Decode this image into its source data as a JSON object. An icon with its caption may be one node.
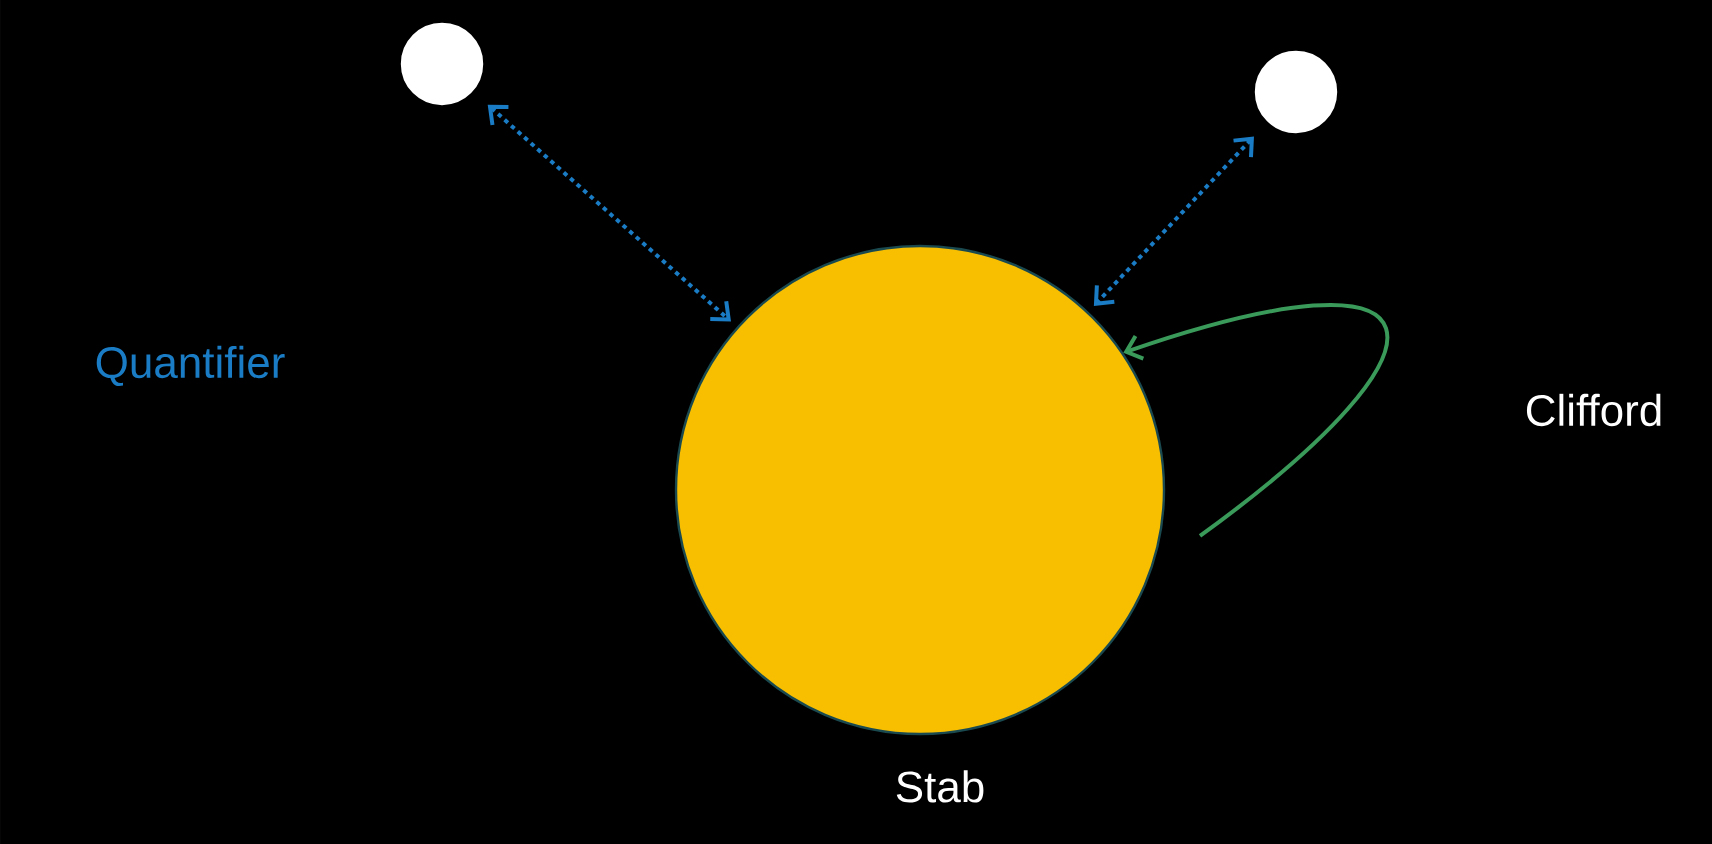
{
  "diagram": {
    "nodes": [
      {
        "text": [],
        "shape": "circle"
      },
      {
        "text": [],
        "shape": "circle"
      },
      {
        "text": [],
        "shape": "circle",
        "beside": [
          "Stab"
        ]
      }
    ],
    "edges": [
      {
        "from": 0,
        "to": 2,
        "arrow": "both",
        "style": "dashed",
        "color": "#1a7cc4"
      },
      {
        "from": 1,
        "to": 2,
        "arrow": "both",
        "style": "dashed",
        "color": "#1a7cc4"
      },
      {
        "from": null,
        "to": 2,
        "arrow": "to",
        "color": "#3a9a5a"
      }
    ],
    "labels": [
      "Quantifier",
      "Clifford"
    ]
  }
}
